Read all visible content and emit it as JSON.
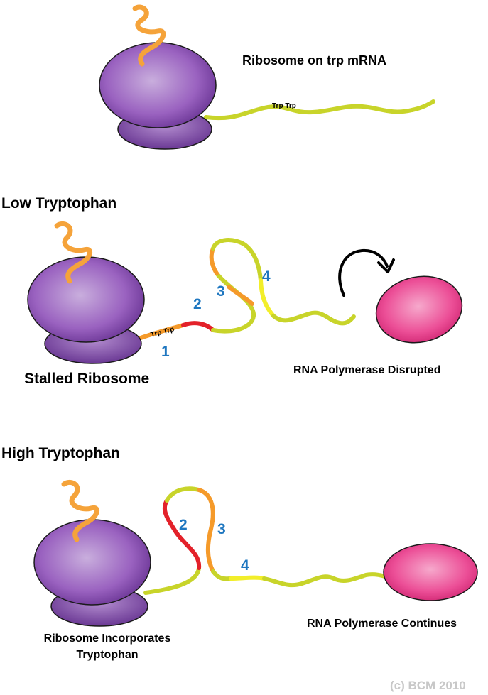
{
  "panels": {
    "top": {
      "caption": "Ribosome on trp mRNA",
      "trp_label": "Trp Trp"
    },
    "low": {
      "heading": "Low Tryptophan",
      "ribosome_label": "Stalled Ribosome",
      "trp_label": "Trp Trp",
      "polymerase_label": "RNA Polymerase Disrupted",
      "region_numbers": [
        "1",
        "2",
        "3",
        "4"
      ]
    },
    "high": {
      "heading": "High Tryptophan",
      "ribosome_label_line1": "Ribosome Incorporates",
      "ribosome_label_line2": "Tryptophan",
      "polymerase_label": "RNA Polymerase Continues",
      "region_numbers": [
        "2",
        "3",
        "4"
      ]
    }
  },
  "copyright": "(c) BCM 2010",
  "colors": {
    "ribosome": "#7b3fa6",
    "ribosome_light": "#c7a8dc",
    "mrna": "#c8d42a",
    "orange": "#f59a2a",
    "red": "#e3212a",
    "yellow": "#f2ee2a",
    "polymerase": "#e8257f",
    "number_blue": "#1f77c0"
  }
}
